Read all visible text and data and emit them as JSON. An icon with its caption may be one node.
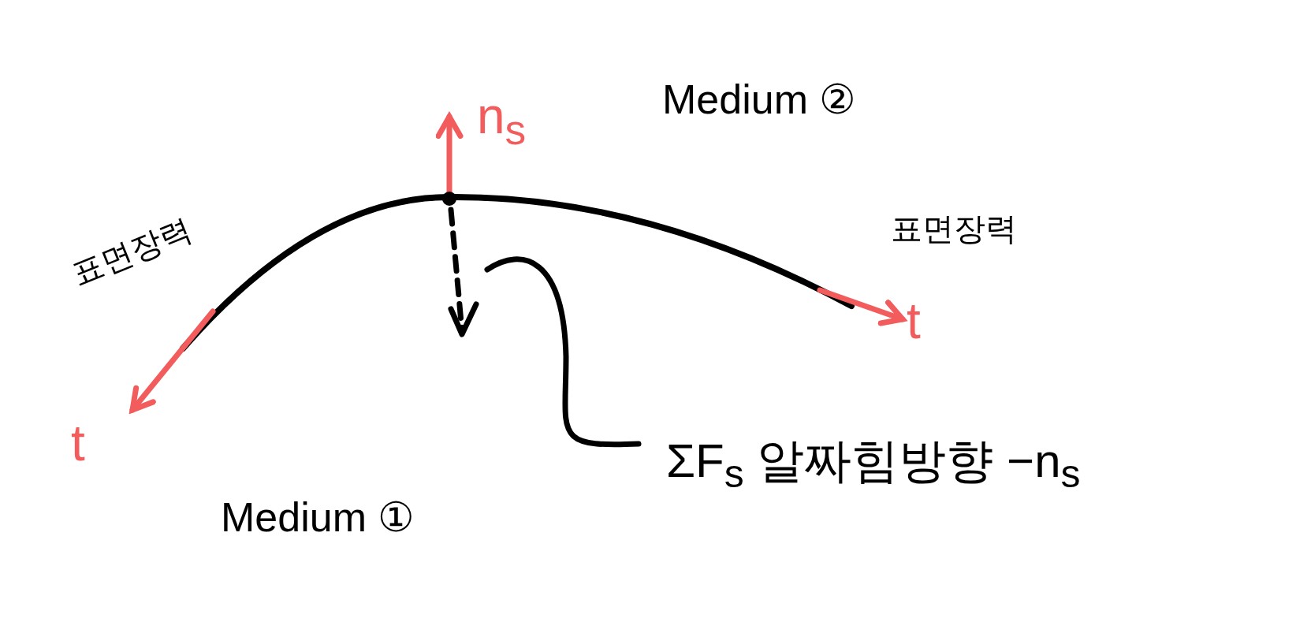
{
  "diagram": {
    "nodes": [
      {
        "text": [
          "ΣF$_{s}$ 알짜힘방향 −n$_{s}$"
        ]
      },
      {
        "text": [],
        "shape": "arrow"
      }
    ],
    "edges": [
      {
        "from": 0,
        "to": 1,
        "arrow": "none"
      }
    ],
    "labels": [
      "n$_{s}$",
      "Medium ②",
      "표면장력",
      "표면장력",
      "t",
      "t",
      "Medium ①"
    ]
  }
}
